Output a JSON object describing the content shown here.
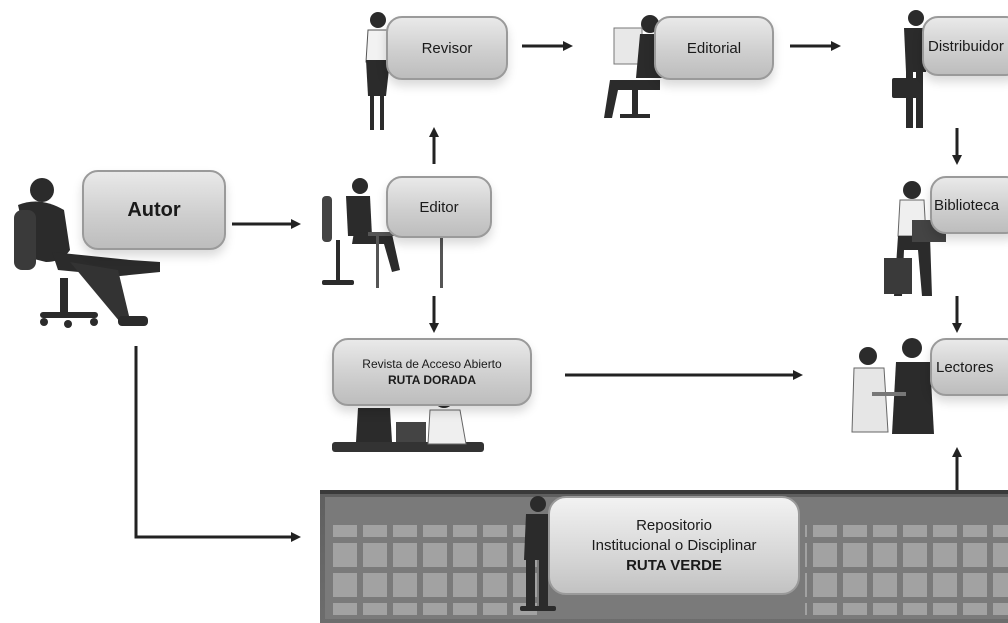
{
  "nodes": {
    "autor": "Autor",
    "revisor": "Revisor",
    "editorial": "Editorial",
    "distribuidor": "Distribuidor",
    "editor": "Editor",
    "biblioteca": "Biblioteca",
    "revista_line1": "Revista de Acceso Abierto",
    "revista_line2": "RUTA DORADA",
    "lectores": "Lectores",
    "repo_line1": "Repositorio",
    "repo_line2": "Institucional o Disciplinar",
    "repo_line3": "RUTA VERDE"
  },
  "icons": {
    "autor": "seated-man-icon",
    "revisor": "standing-woman-icon",
    "editorial": "man-reading-newspaper-icon",
    "distribuidor": "man-with-briefcase-icon",
    "editor": "man-at-desk-icon",
    "biblioteca": "woman-with-laptop-icon",
    "revista": "meeting-icon",
    "lectores": "people-talking-icon",
    "repositorio": "man-thinking-icon"
  },
  "colors": {
    "arrow": "#222222",
    "bubble_border": "#9a9a9a",
    "figure": "#2b2b2b"
  }
}
